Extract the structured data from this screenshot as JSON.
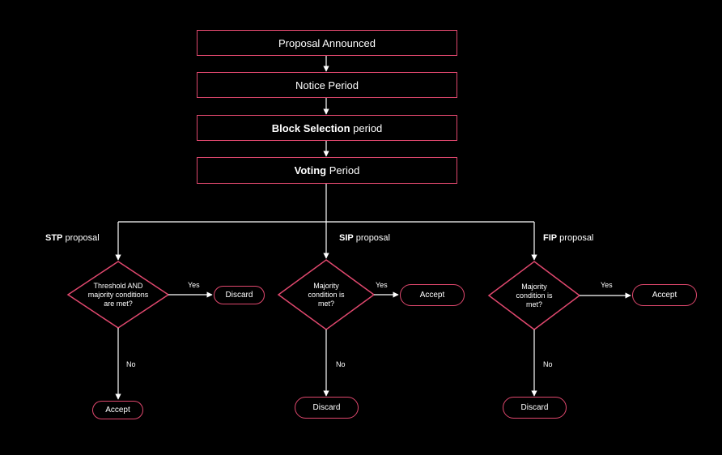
{
  "colors": {
    "accent": "#e0486e",
    "line": "#ffffff",
    "background": "#000000"
  },
  "steps": [
    {
      "bold": "",
      "rest": "Proposal Announced"
    },
    {
      "bold": "",
      "rest": "Notice Period"
    },
    {
      "bold": "Block Selection",
      "rest": " period"
    },
    {
      "bold": "Voting",
      "rest": " Period"
    }
  ],
  "branches": [
    {
      "type_bold": "STP",
      "type_rest": " proposal",
      "decision": "Threshold AND majority conditions are met?",
      "yes_label": "Yes",
      "yes_result": "Discard",
      "no_label": "No",
      "no_result": "Accept"
    },
    {
      "type_bold": "SIP",
      "type_rest": " proposal",
      "decision": "Majority condition is met?",
      "yes_label": "Yes",
      "yes_result": "Accept",
      "no_label": "No",
      "no_result": "Discard"
    },
    {
      "type_bold": "FIP",
      "type_rest": " proposal",
      "decision": "Majority condition is met?",
      "yes_label": "Yes",
      "yes_result": "Accept",
      "no_label": "No",
      "no_result": "Discard"
    }
  ]
}
